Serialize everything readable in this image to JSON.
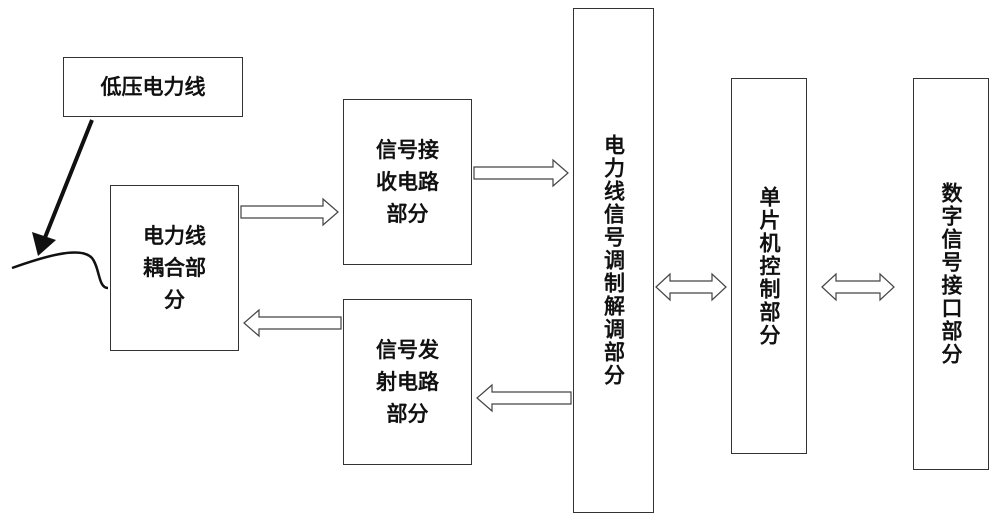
{
  "boxes": {
    "power_line": {
      "label": "低压电力线"
    },
    "coupling": {
      "label": "电力线\n耦合部\n分"
    },
    "receive": {
      "label": "信号接\n收电路\n部分"
    },
    "transmit": {
      "label": "信号发\n射电路\n部分"
    },
    "modem": {
      "label": "电力线信号调制解调部分"
    },
    "mcu": {
      "label": "单片机控制部分"
    },
    "digital_interface": {
      "label": "数字信号接口部分"
    }
  }
}
